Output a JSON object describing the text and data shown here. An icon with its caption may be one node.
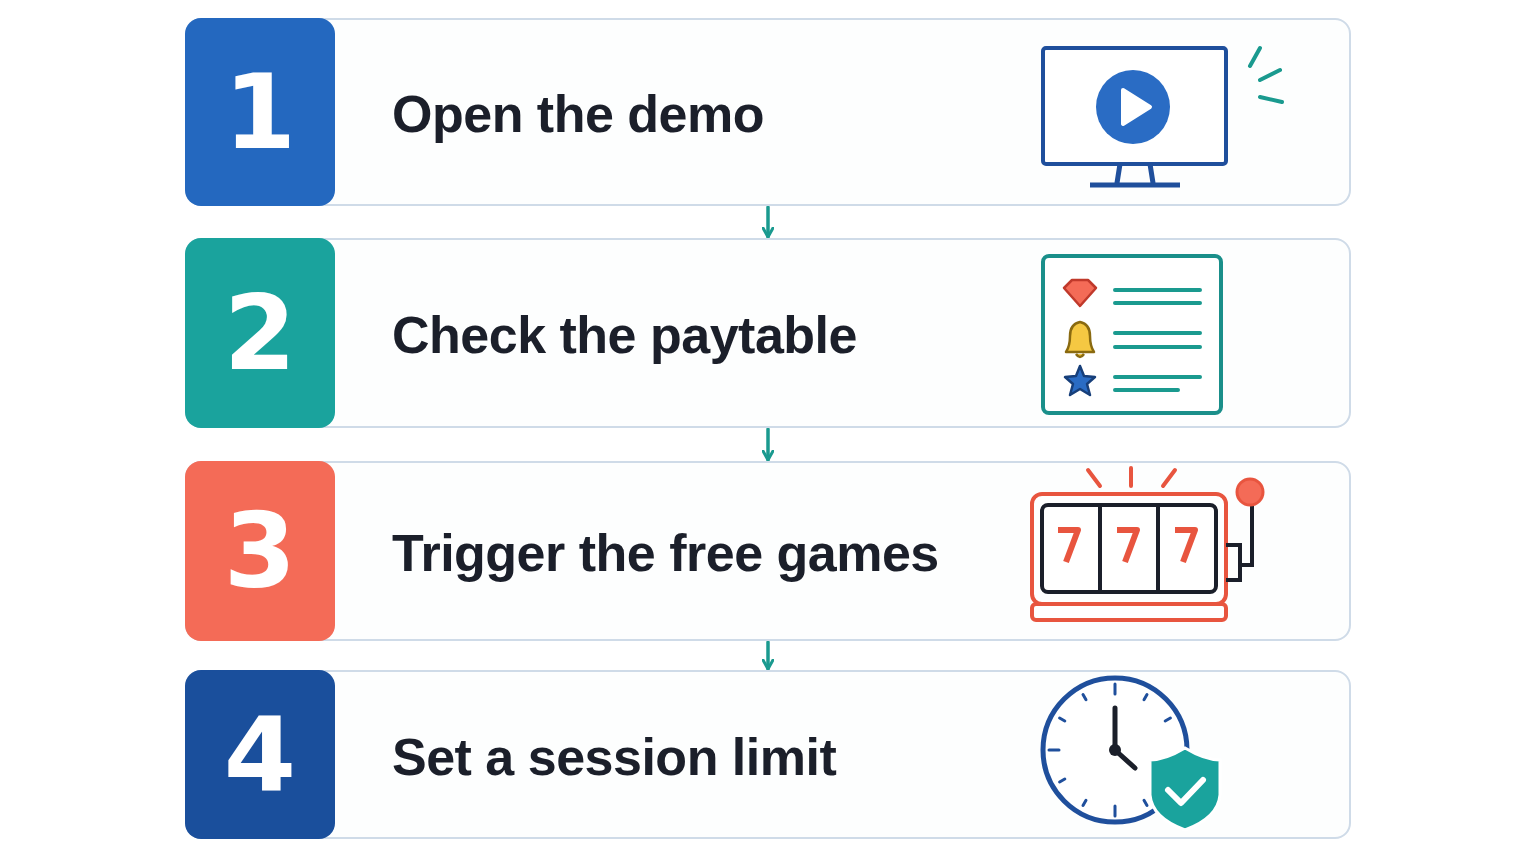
{
  "diagram": {
    "nodes": [
      {
        "text": [
          "Open the demo"
        ]
      },
      {
        "text": [
          "1"
        ],
        "in": 0
      },
      {
        "text": [
          "Check the paytable"
        ]
      },
      {
        "text": [
          "2"
        ],
        "in": 2
      },
      {
        "text": [
          "Trigger the free games"
        ]
      },
      {
        "text": [
          "3"
        ],
        "in": 4
      },
      {
        "text": [
          "Set a session limit"
        ]
      },
      {
        "text": [
          "4"
        ],
        "in": 6
      }
    ],
    "edges": [
      {
        "from": 0,
        "to": 2,
        "arrow": "to"
      },
      {
        "from": 2,
        "to": 4,
        "arrow": "to"
      },
      {
        "from": 4,
        "to": 6,
        "arrow": "to"
      }
    ]
  }
}
